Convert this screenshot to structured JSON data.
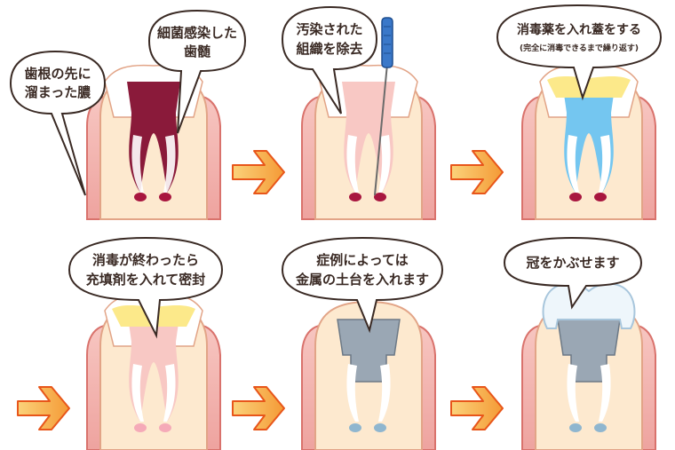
{
  "steps": [
    {
      "bubbles": [
        {
          "lines": [
            "歯根の先に",
            "溜まった膿"
          ]
        },
        {
          "lines": [
            "細菌感染した",
            "歯髄"
          ]
        }
      ]
    },
    {
      "bubbles": [
        {
          "lines": [
            "汚染された",
            "組織を除去"
          ]
        }
      ]
    },
    {
      "bubbles": [
        {
          "lines": [
            "消毒薬を入れ蓋をする"
          ],
          "note": "(完全に消毒できるまで繰り返す)"
        }
      ]
    },
    {
      "bubbles": [
        {
          "lines": [
            "消毒が終わったら",
            "充填剤を入れて密封"
          ]
        }
      ]
    },
    {
      "bubbles": [
        {
          "lines": [
            "症例によっては",
            "金属の土台を入れます"
          ]
        }
      ]
    },
    {
      "bubbles": [
        {
          "lines": [
            "冠をかぶせます"
          ]
        }
      ]
    }
  ],
  "colors": {
    "gum": "#f2b3ae",
    "gum_edge": "#d9726c",
    "tooth": "#fde9cf",
    "pulp_infected": "#8a1a3a",
    "pus": "#a8163f",
    "pulp_clean": "#f8c8c4",
    "medicine": "#74c6f0",
    "cap_yellow": "#fce98a",
    "metal": "#9aa7b4",
    "crown": "#eef6fb",
    "arrow_fill": "#f7b04a",
    "arrow_stroke": "#e8561a",
    "file_handle": "#3a78c9"
  }
}
